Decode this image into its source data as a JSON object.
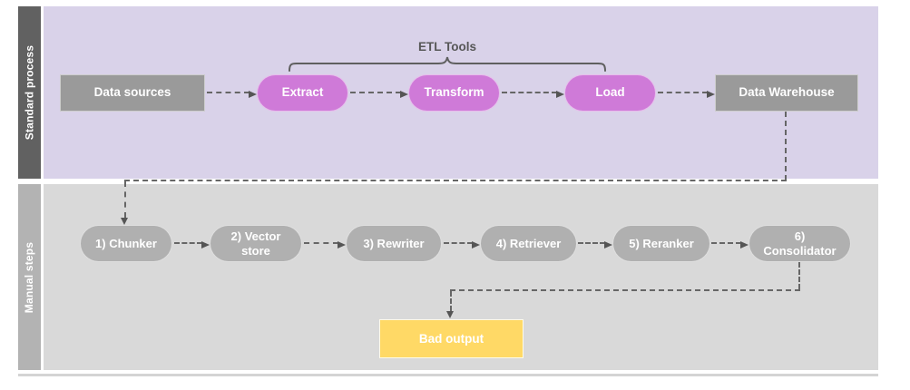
{
  "lanes": [
    {
      "label": "Standard process"
    },
    {
      "label": "Manual steps"
    }
  ],
  "standard_process": {
    "bracket_label": "ETL Tools",
    "nodes": {
      "data_sources": "Data sources",
      "extract": "Extract",
      "transform": "Transform",
      "load": "Load",
      "data_warehouse": "Data Warehouse"
    }
  },
  "manual_steps": {
    "nodes": {
      "chunker": "1) Chunker",
      "vector_store": "2) Vector store",
      "rewriter": "3) Rewriter",
      "retriever": "4) Retriever",
      "reranker": "5) Reranker",
      "consolidator": "6) Consolidator",
      "bad_output": "Bad output"
    }
  },
  "connections": [
    {
      "from": "Data sources",
      "to": "Extract",
      "style": "dashed-arrow"
    },
    {
      "from": "Extract",
      "to": "Transform",
      "style": "dashed-arrow"
    },
    {
      "from": "Transform",
      "to": "Load",
      "style": "dashed-arrow"
    },
    {
      "from": "Load",
      "to": "Data Warehouse",
      "style": "dashed-arrow"
    },
    {
      "from": "Data Warehouse",
      "to": "1) Chunker",
      "style": "dashed-arrow-elbow"
    },
    {
      "from": "1) Chunker",
      "to": "2) Vector store",
      "style": "dashed-arrow"
    },
    {
      "from": "2) Vector store",
      "to": "3) Rewriter",
      "style": "dashed-arrow"
    },
    {
      "from": "3) Rewriter",
      "to": "4) Retriever",
      "style": "dashed-arrow"
    },
    {
      "from": "4) Retriever",
      "to": "5) Reranker",
      "style": "dashed-arrow"
    },
    {
      "from": "5) Reranker",
      "to": "6) Consolidator",
      "style": "dashed-arrow"
    },
    {
      "from": "6) Consolidator",
      "to": "Bad output",
      "style": "dashed-arrow-elbow"
    }
  ],
  "colors": {
    "standard_lane_bg": "#d9d2e9",
    "standard_band_bg": "#616161",
    "manual_lane_bg": "#d9d9d9",
    "manual_band_bg": "#b3b3b3",
    "etl_pill": "#cf7ad8",
    "gray_box": "#9a9a9a",
    "manual_pill": "#b0b0b0",
    "bad_output_box": "#ffd966",
    "connector": "#666666",
    "node_text": "#ffffff",
    "bracket_text": "#575757"
  }
}
